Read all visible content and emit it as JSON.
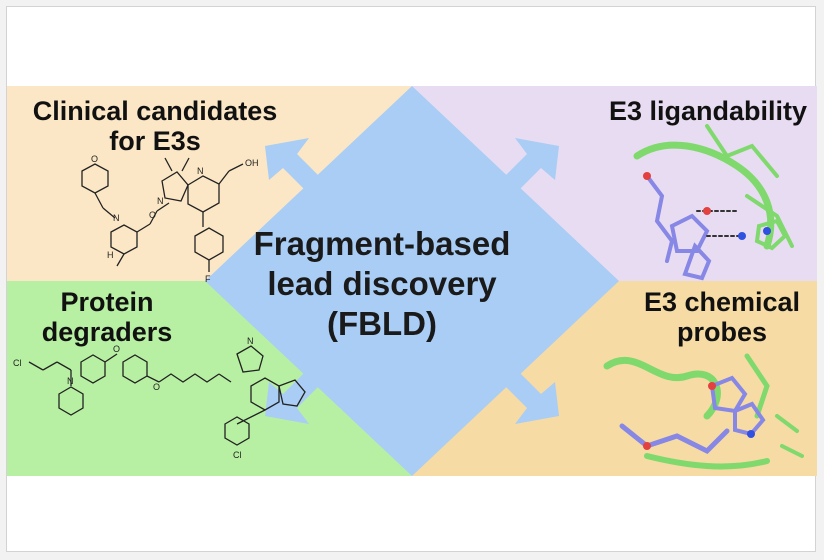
{
  "center": {
    "lines": [
      "Fragment-based",
      "lead discovery",
      "(FBLD)"
    ]
  },
  "quadrants": {
    "top_left": {
      "lines": [
        "Clinical candidates",
        "for E3s"
      ]
    },
    "top_right": {
      "lines": [
        "E3 ligandability"
      ]
    },
    "bottom_left": {
      "lines": [
        "Protein",
        "degraders"
      ]
    },
    "bottom_right": {
      "lines": [
        "E3 chemical",
        "probes"
      ]
    }
  },
  "structure_atoms": {
    "oh": "OH",
    "n": "N",
    "h": "H",
    "o": "O",
    "f": "F",
    "cl": "Cl"
  },
  "colors": {
    "top_left_bg": "#fbe7c6",
    "top_right_bg": "#e8dcf2",
    "bottom_left_bg": "#b8f0a3",
    "bottom_right_bg": "#f6dba4",
    "diamond": "#a9cdf4",
    "ligand": "#8787e6",
    "protein": "#7fd96c"
  }
}
